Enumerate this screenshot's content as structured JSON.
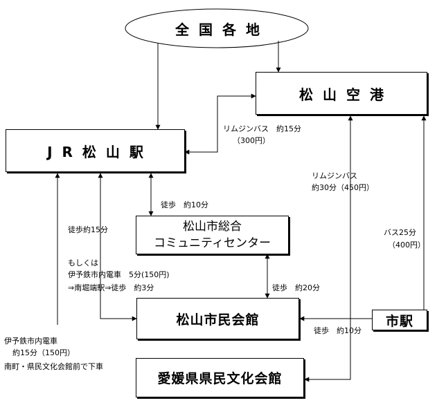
{
  "nodes": {
    "origin": "全国各地",
    "airport": "松山空港",
    "jr_station": "JR松山駅",
    "community_center_line1": "松山市総合",
    "community_center_line2": "コミュニティセンター",
    "civic_hall": "松山市民会館",
    "city_station": "市駅",
    "prefectural_hall": "愛媛県県民文化会館"
  },
  "labels": {
    "limousine_jr_1": "リムジンバス　約15分",
    "limousine_jr_2": "（300円）",
    "limousine_civic_1": "リムジンバス",
    "limousine_civic_2": "約30分（450円）",
    "walk_center": "徒歩　約10分",
    "walk_civic_from_jr": "徒歩約15分",
    "tram_alt_1": "もしくは",
    "tram_alt_2": "伊予鉄市内電車　5分(150円)",
    "tram_alt_3": "⇒南堀端駅⇒徒歩　約3分",
    "walk_center_civic": "徒歩　約20分",
    "bus_airport_1": "バス25分",
    "bus_airport_2": "（400円）",
    "walk_city_station": "徒歩　約10分",
    "tram_pref_1": "伊予鉄市内電車",
    "tram_pref_2": "約15分（150円）",
    "tram_pref_3": "南町・県民文化会館前で下車"
  }
}
